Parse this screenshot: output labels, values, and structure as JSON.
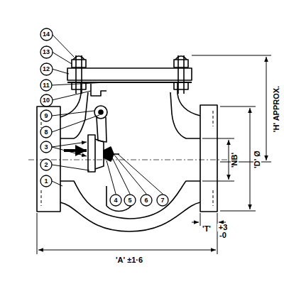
{
  "diagram": {
    "nodes": [
      {
        "text": [
          "14"
        ]
      },
      {
        "text": [
          "13"
        ]
      },
      {
        "text": [
          "12"
        ]
      },
      {
        "text": [
          "11"
        ]
      },
      {
        "text": [
          "10"
        ]
      },
      {
        "text": [
          "9"
        ]
      },
      {
        "text": [
          "8"
        ]
      },
      {
        "text": [
          "3"
        ]
      },
      {
        "text": [
          "2"
        ]
      },
      {
        "text": [
          "1"
        ]
      },
      {
        "text": [
          "4"
        ]
      },
      {
        "text": [
          "5"
        ]
      },
      {
        "text": [
          "6"
        ]
      },
      {
        "text": [
          "7"
        ]
      }
    ],
    "labels": [
      "'H' APPROX.",
      "'NB'",
      "'D' Ø",
      "'T'",
      "+3",
      "-0",
      "'A' ±1·6"
    ]
  }
}
